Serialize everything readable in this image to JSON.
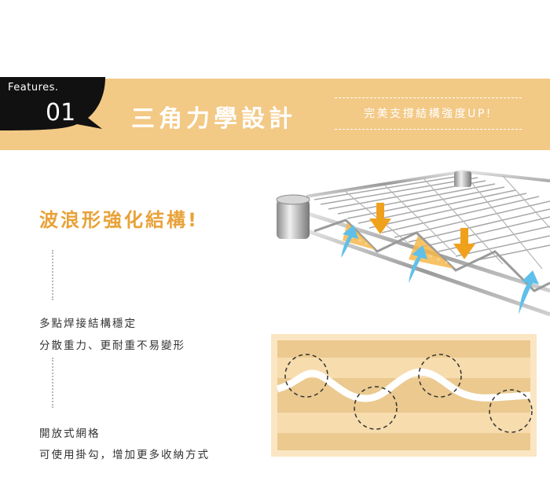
{
  "header": {
    "features_label": "Features.",
    "number": "01",
    "title": "三角力學設計",
    "subtitle": "完美支撐結構強度UP!"
  },
  "section": {
    "heading": "波浪形強化結構!",
    "feature_1": {
      "line_1": "多點焊接結構穩定",
      "line_2": "分散重力、更耐重不易變形"
    },
    "feature_2": {
      "line_1": "開放式網格",
      "line_2": "可使用掛勾，增加更多收納方式"
    }
  },
  "colors": {
    "band": "#f3c986",
    "badge": "#111111",
    "heading": "#e8a238",
    "arrow_down": "#f0a11c",
    "arrow_up": "#5ec0ea",
    "panel_bg": "#fbe6c3",
    "panel_stripe": "#e8c690"
  }
}
